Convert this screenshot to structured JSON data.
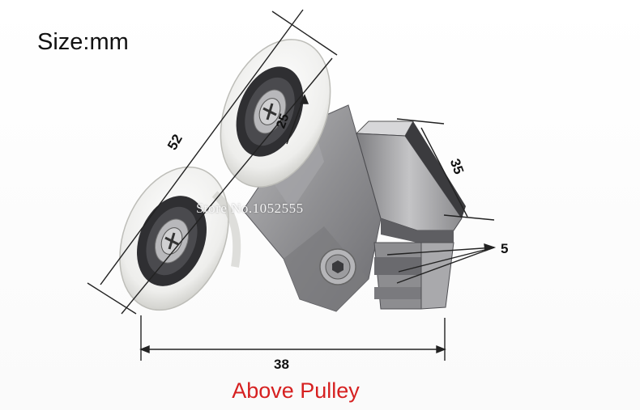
{
  "units_label": "Size:mm",
  "dimensions": {
    "diagonal_length": "52",
    "wheel_diameter": "25",
    "block_length": "35",
    "block_gap": "5",
    "overall_width": "38"
  },
  "watermark": "Store No.1052555",
  "caption": {
    "text": "Above Pulley",
    "color": "#d62020"
  },
  "colors": {
    "wheel": "#f2f2f0",
    "bearing": "#2a2a2a",
    "metal": "#9a9a9c",
    "dimension_line": "#222222"
  }
}
